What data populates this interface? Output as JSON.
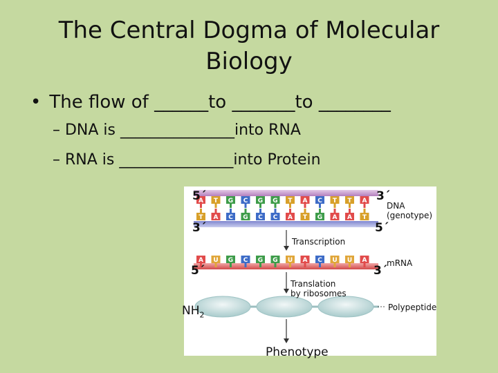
{
  "slide": {
    "title_line1": "The Central Dogma of Molecular",
    "title_line2": "Biology",
    "bullet_mark": "•",
    "bullet": "The flow of ______to _______to ________",
    "sub1": "– DNA is _______________into RNA",
    "sub2": "– RNA is _______________into Protein"
  },
  "figure": {
    "dna_top_ends": [
      "5´",
      "3´"
    ],
    "dna_bottom_ends": [
      "3´",
      "5´"
    ],
    "mrna_ends": [
      "5´",
      "3´"
    ],
    "dna_top_bases": [
      "A",
      "T",
      "G",
      "C",
      "G",
      "G",
      "T",
      "A",
      "C",
      "T",
      "T",
      "A"
    ],
    "dna_bottom_bases": [
      "T",
      "A",
      "C",
      "G",
      "C",
      "C",
      "A",
      "T",
      "G",
      "A",
      "A",
      "T"
    ],
    "mrna_bases": [
      "A",
      "U",
      "G",
      "C",
      "G",
      "G",
      "U",
      "A",
      "C",
      "U",
      "U",
      "A"
    ],
    "dna_label_line1": "DNA",
    "dna_label_line2": "(genotype)",
    "transcription": "Transcription",
    "mrna_label": "mRNA",
    "translation_line1": "Translation",
    "translation_line2": "by ribosomes",
    "nh2_main": "NH",
    "nh2_sub": "2",
    "polypeptide": "Polypeptide",
    "phenotype": "Phenotype",
    "base_colors": {
      "A": "#e14b4b",
      "T": "#d8a02a",
      "G": "#3e9c4a",
      "C": "#3e6cc7",
      "U": "#e0a63a"
    }
  }
}
